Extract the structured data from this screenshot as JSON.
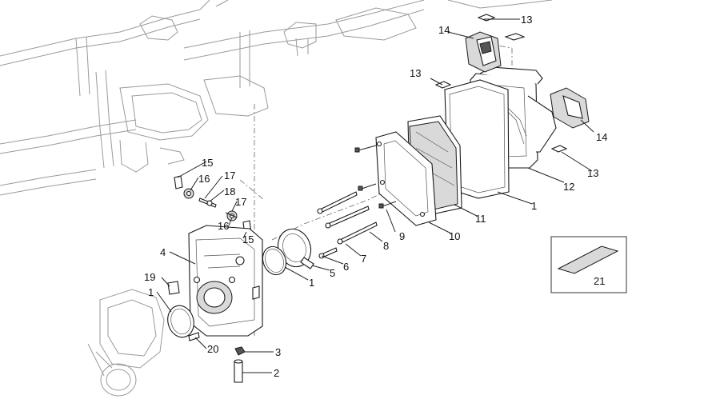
{
  "callouts": [
    {
      "id": "c13a",
      "text": "13"
    },
    {
      "id": "c14a",
      "text": "14"
    },
    {
      "id": "c13b",
      "text": "13"
    },
    {
      "id": "c14b",
      "text": "14"
    },
    {
      "id": "c13c",
      "text": "13"
    },
    {
      "id": "c12",
      "text": "12"
    },
    {
      "id": "c1a",
      "text": "1"
    },
    {
      "id": "c11",
      "text": "11"
    },
    {
      "id": "c10",
      "text": "10"
    },
    {
      "id": "c9",
      "text": "9"
    },
    {
      "id": "c8",
      "text": "8"
    },
    {
      "id": "c7",
      "text": "7"
    },
    {
      "id": "c6",
      "text": "6"
    },
    {
      "id": "c5",
      "text": "5"
    },
    {
      "id": "c1b",
      "text": "1"
    },
    {
      "id": "c15a",
      "text": "15"
    },
    {
      "id": "c16a",
      "text": "16"
    },
    {
      "id": "c17a",
      "text": "17"
    },
    {
      "id": "c18",
      "text": "18"
    },
    {
      "id": "c17b",
      "text": "17"
    },
    {
      "id": "c16b",
      "text": "16"
    },
    {
      "id": "c15b",
      "text": "15"
    },
    {
      "id": "c4",
      "text": "4"
    },
    {
      "id": "c19",
      "text": "19"
    },
    {
      "id": "c1c",
      "text": "1"
    },
    {
      "id": "c20",
      "text": "20"
    },
    {
      "id": "c3",
      "text": "3"
    },
    {
      "id": "c2",
      "text": "2"
    },
    {
      "id": "c21",
      "text": "21"
    }
  ]
}
